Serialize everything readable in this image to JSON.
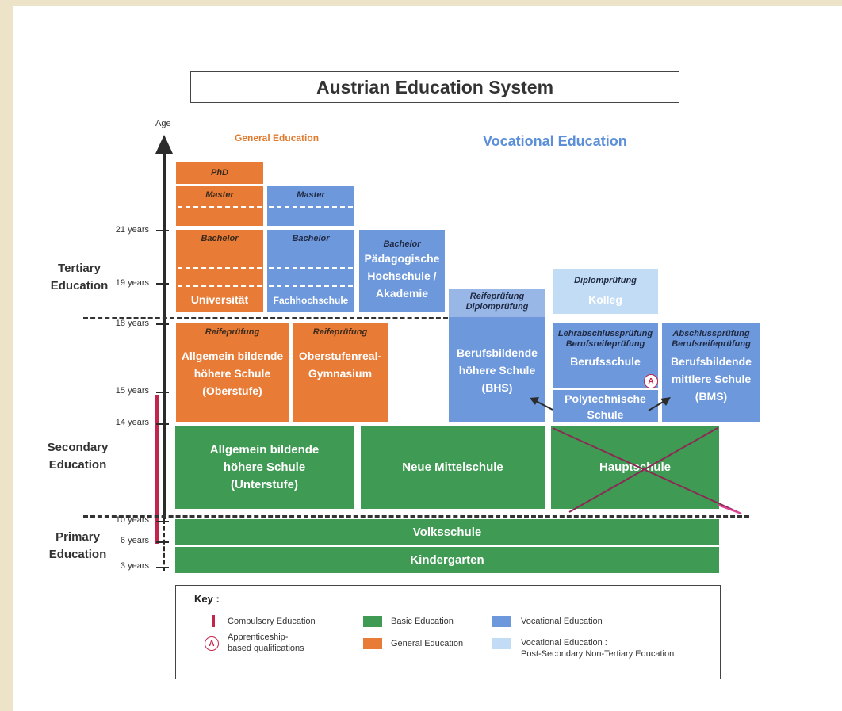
{
  "title": "Austrian Education System",
  "headers": {
    "general": "General Education",
    "vocational": "Vocational Education"
  },
  "axis": {
    "title": "Age",
    "ages": [
      "21 years",
      "19 years",
      "18 years",
      "15 years",
      "14 years",
      "10 years",
      "6 years",
      "3 years"
    ]
  },
  "stages": {
    "tertiary": [
      "Tertiary",
      "Education"
    ],
    "secondary": [
      "Secondary",
      "Education"
    ],
    "primary": [
      "Primary",
      "Education"
    ]
  },
  "tertiary": {
    "phd": "PhD",
    "uni_master": "Master",
    "uni_bachelor": "Bachelor",
    "uni_name": "Universität",
    "fh_master": "Master",
    "fh_bachelor": "Bachelor",
    "fh_name": "Fachhochschule",
    "ph_bachelor": "Bachelor",
    "ph_name": [
      "Pädagogische",
      "Hochschule /",
      "Akademie"
    ],
    "bhs_caption": [
      "Reifeprüfung",
      "Diplomprüfung"
    ],
    "kolleg_caption": "Diplomprüfung",
    "kolleg_name": "Kolleg"
  },
  "upper_secondary": {
    "ahs_caption": "Reifeprüfung",
    "ahs_name": [
      "Allgemein bildende",
      "höhere Schule",
      "(Oberstufe)"
    ],
    "org_caption": "Reifeprüfung",
    "org_name": [
      "Oberstufenreal-",
      "Gymnasium"
    ],
    "bhs_name": [
      "Berufsbildende",
      "höhere Schule",
      "(BHS)"
    ],
    "bs_caption": [
      "Lehrabschlussprüfung",
      "Berufsreifeprüfung"
    ],
    "bs_name": "Berufsschule",
    "apprentice_marker": "A",
    "pts_name": [
      "Polytechnische",
      "Schule"
    ],
    "bms_caption": [
      "Abschlussprüfung",
      "Berufsreifeprüfung"
    ],
    "bms_name": [
      "Berufsbildende",
      "mittlere Schule",
      "(BMS)"
    ]
  },
  "lower_secondary": {
    "ahs_unter": [
      "Allgemein bildende",
      "höhere Schule",
      "(Unterstufe)"
    ],
    "nms": "Neue Mittelschule",
    "hs": "Hauptschule"
  },
  "primary": {
    "vs": "Volksschule",
    "kg": "Kindergarten"
  },
  "key": {
    "title": "Key :",
    "items": [
      "Compulsory Education",
      "Apprenticeship-",
      "based qualifications",
      "Basic Education",
      "General Education",
      "Vocational Education",
      "Vocational Education :",
      "Post-Secondary Non-Tertiary Education"
    ],
    "a_marker": "A"
  },
  "colors": {
    "general": "#e87b36",
    "vocational": "#6d98dc",
    "post_secondary": "#c3dcf5",
    "basic": "#3f9a53",
    "compulsory": "#c2264b",
    "cross": "#8a2a55"
  },
  "icons": [
    "up-arrow-icon",
    "apprenticeship-circle-icon",
    "cross-out-icon",
    "diagonal-arrow-icon"
  ]
}
